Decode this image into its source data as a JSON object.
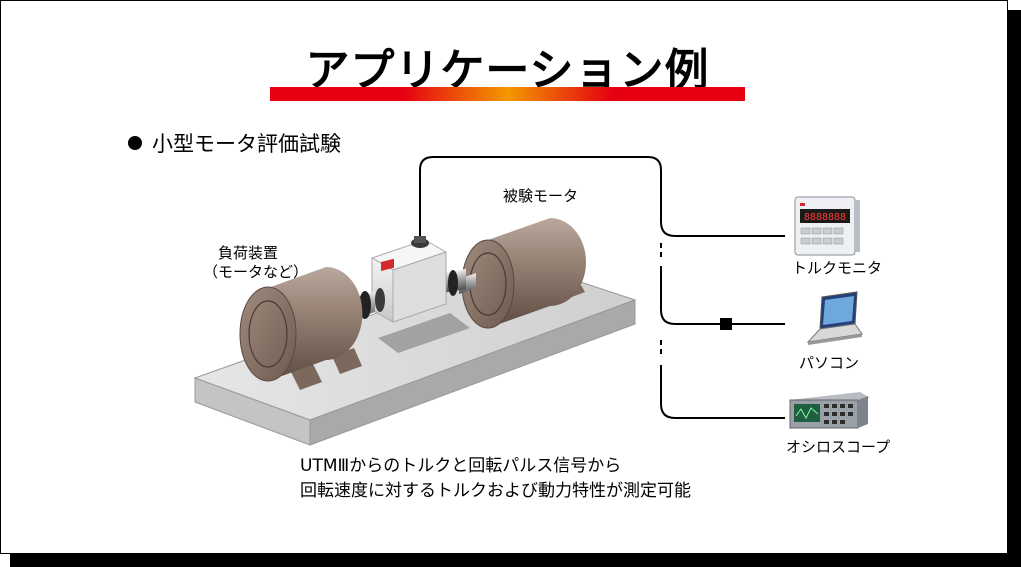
{
  "page": {
    "title": "アプリケーション例",
    "section_heading": "小型モータ評価試験"
  },
  "labels": {
    "motor_under_test": "被験モータ",
    "load_device_line1": "負荷装置",
    "load_device_line2": "（モータなど）",
    "torque_monitor": "トルクモニタ",
    "pc": "パソコン",
    "oscilloscope": "オシロスコープ"
  },
  "caption": {
    "line1": "UTMⅢからのトルクと回転パルス信号から",
    "line2": "回転速度に対するトルクおよび動力特性が測定可能"
  },
  "device_readout": {
    "display": "8888888"
  },
  "colors": {
    "title_bar_red": "#e60012",
    "title_bar_orange": "#f39800",
    "motor_brown": "#8a7569",
    "base_gray": "#dcdcdc"
  }
}
